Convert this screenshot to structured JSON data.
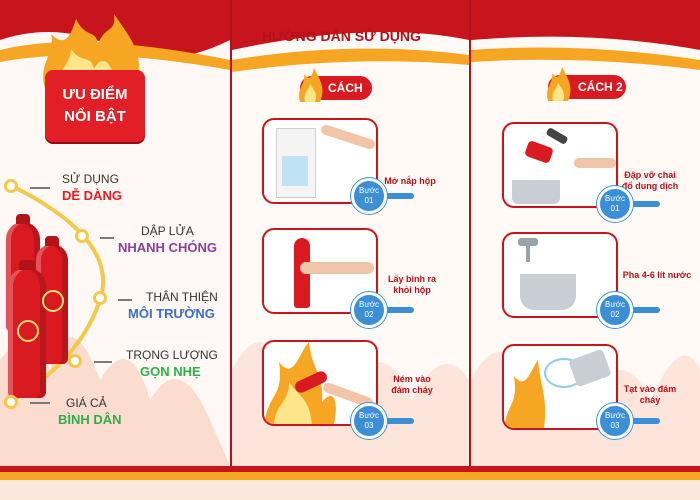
{
  "advantages": {
    "title_line1": "ƯU ĐIỂM",
    "title_line2": "NỔI BẬT",
    "features": [
      {
        "line1": "SỬ DỤNG",
        "line2": "DỄ DÀNG",
        "color": "#e21e26"
      },
      {
        "line1": "DẬP LỬA",
        "line2": "NHANH CHÓNG",
        "color": "#8a3fa0"
      },
      {
        "line1": "THÂN THIỆN",
        "line2": "MÔI TRƯỜNG",
        "color": "#3c6ec8"
      },
      {
        "line1": "TRỌNG LƯỢNG",
        "line2": "GỌN NHẸ",
        "color": "#2fae4a"
      },
      {
        "line1": "GIÁ CẢ",
        "line2": "BÌNH DÂN",
        "color": "#2fae4a"
      }
    ]
  },
  "guide": {
    "title": "HƯỚNG DẪN SỬ DỤNG",
    "methods": [
      {
        "label": "CÁCH 1",
        "steps": [
          {
            "caption": "Mở nắp hộp",
            "badge": "Bước 01"
          },
          {
            "caption": "Lấy bình ra khỏi hộp",
            "badge": "Bước 02"
          },
          {
            "caption": "Ném vào đám cháy",
            "badge": "Bước 03"
          }
        ]
      },
      {
        "label": "CÁCH 2",
        "steps": [
          {
            "caption": "Đập vỡ chai đổ dung dịch",
            "badge": "Bước 01"
          },
          {
            "caption": "Pha 4-6 lít nước",
            "badge": "Bước 02"
          },
          {
            "caption": "Tạt vào đám cháy",
            "badge": "Bước 03"
          }
        ]
      }
    ]
  },
  "colors": {
    "primary_red": "#d91a21",
    "accent_yellow": "#f4c84a",
    "badge_blue": "#3c8fd6"
  }
}
